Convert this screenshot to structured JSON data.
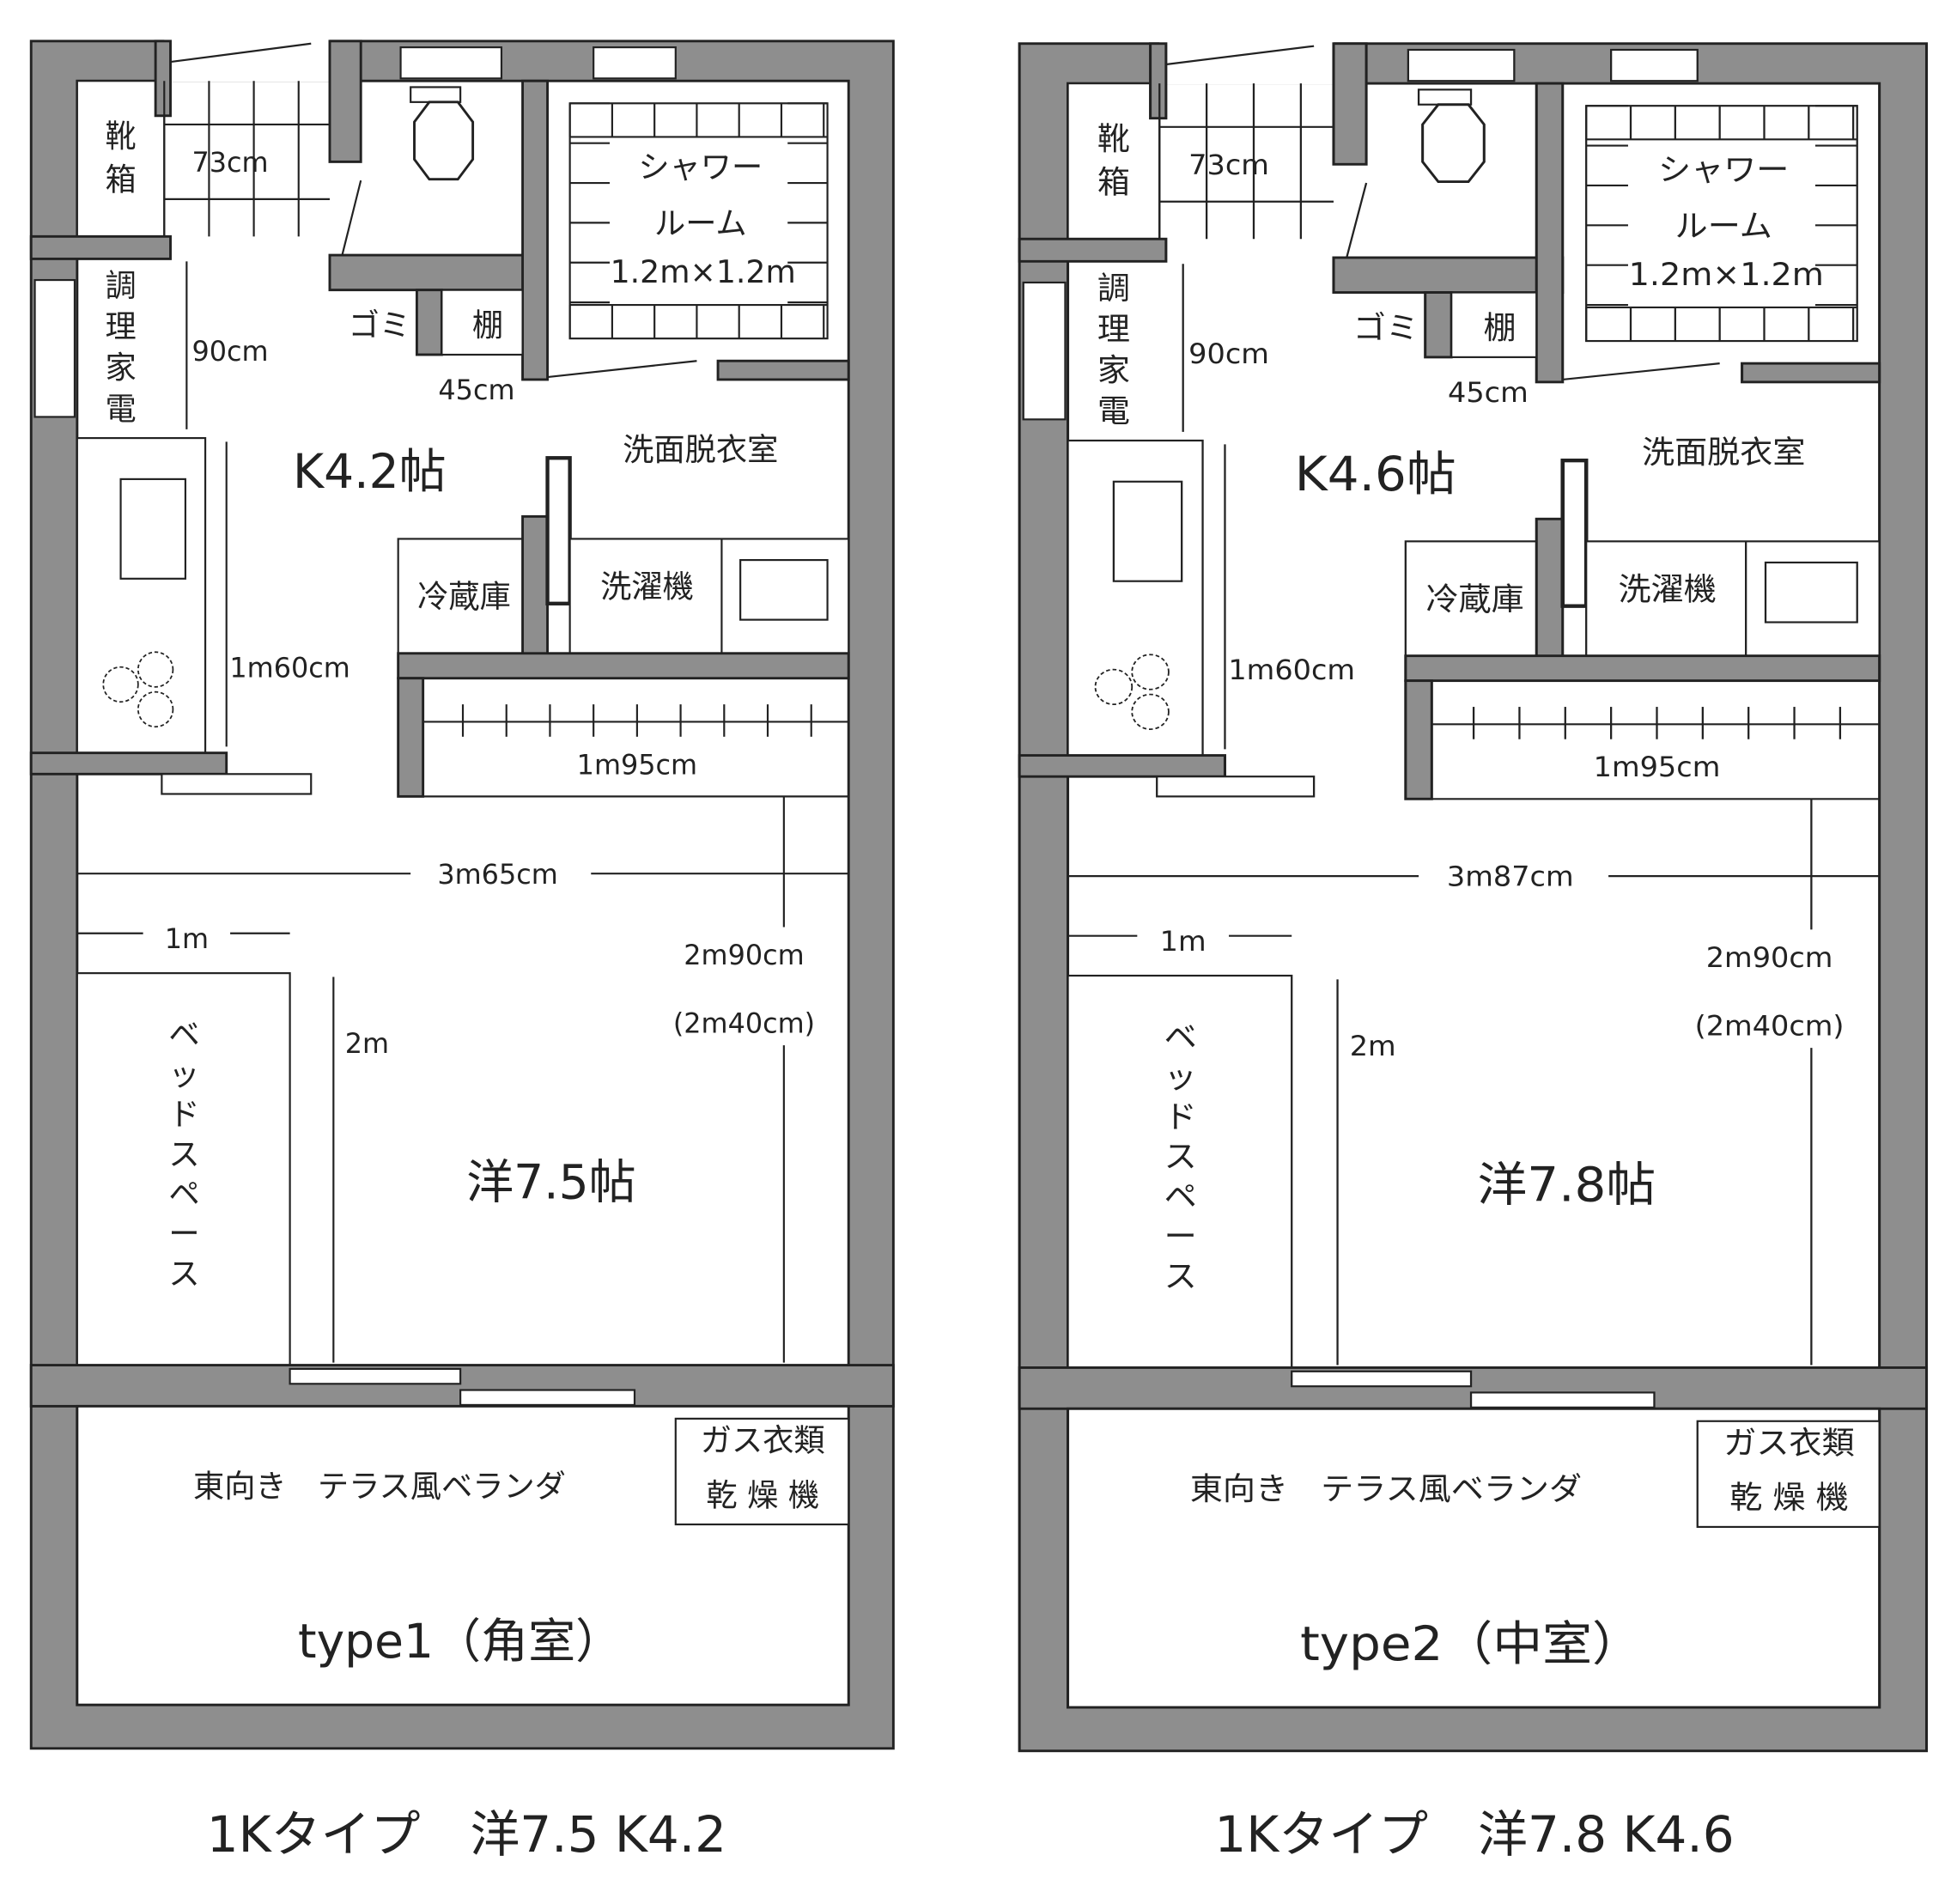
{
  "colors": {
    "wall": "#8e8e8e",
    "line": "#222222",
    "paper": "#ffffff"
  },
  "plans": [
    {
      "shoe_box": [
        "靴",
        "箱"
      ],
      "entrance_width": "73cm",
      "appliance": [
        "調",
        "理",
        "家",
        "電"
      ],
      "kitchen_width": "90cm",
      "trash": "ゴミ",
      "shelf": "棚",
      "shelf_width": "45cm",
      "shower": [
        "シャワー",
        "ルーム",
        "1.2m×1.2m"
      ],
      "kitchen": "K4.2帖",
      "washroom": "洗面脱衣室",
      "fridge": "冷蔵庫",
      "washer": "洗濯機",
      "counter_length": "1m60cm",
      "closet_width": "1m95cm",
      "room_width": "3m65cm",
      "bed_width": "1m",
      "room_depth": "2m90cm",
      "room_depth_alt": "(2m40cm)",
      "bed_space": [
        "ベ",
        "ッ",
        "ド",
        "ス",
        "ペ",
        "ー",
        "ス"
      ],
      "bed_length": "2m",
      "room": "洋7.5帖",
      "veranda": "東向き　テラス風ベランダ",
      "dryer": [
        "ガス衣類",
        "乾 燥 機"
      ],
      "type": "type1（角室）",
      "caption": "1Kタイプ　洋7.5 K4.2"
    },
    {
      "shoe_box": [
        "靴",
        "箱"
      ],
      "entrance_width": "73cm",
      "appliance": [
        "調",
        "理",
        "家",
        "電"
      ],
      "kitchen_width": "90cm",
      "trash": "ゴミ",
      "shelf": "棚",
      "shelf_width": "45cm",
      "shower": [
        "シャワー",
        "ルーム",
        "1.2m×1.2m"
      ],
      "kitchen": "K4.6帖",
      "washroom": "洗面脱衣室",
      "fridge": "冷蔵庫",
      "washer": "洗濯機",
      "counter_length": "1m60cm",
      "closet_width": "1m95cm",
      "room_width": "3m87cm",
      "bed_width": "1m",
      "room_depth": "2m90cm",
      "room_depth_alt": "(2m40cm)",
      "bed_space": [
        "ベ",
        "ッ",
        "ド",
        "ス",
        "ペ",
        "ー",
        "ス"
      ],
      "bed_length": "2m",
      "room": "洋7.8帖",
      "veranda": "東向き　テラス風ベランダ",
      "dryer": [
        "ガス衣類",
        "乾 燥 機"
      ],
      "type": "type2（中室）",
      "caption": "1Kタイプ　洋7.8 K4.6"
    }
  ]
}
